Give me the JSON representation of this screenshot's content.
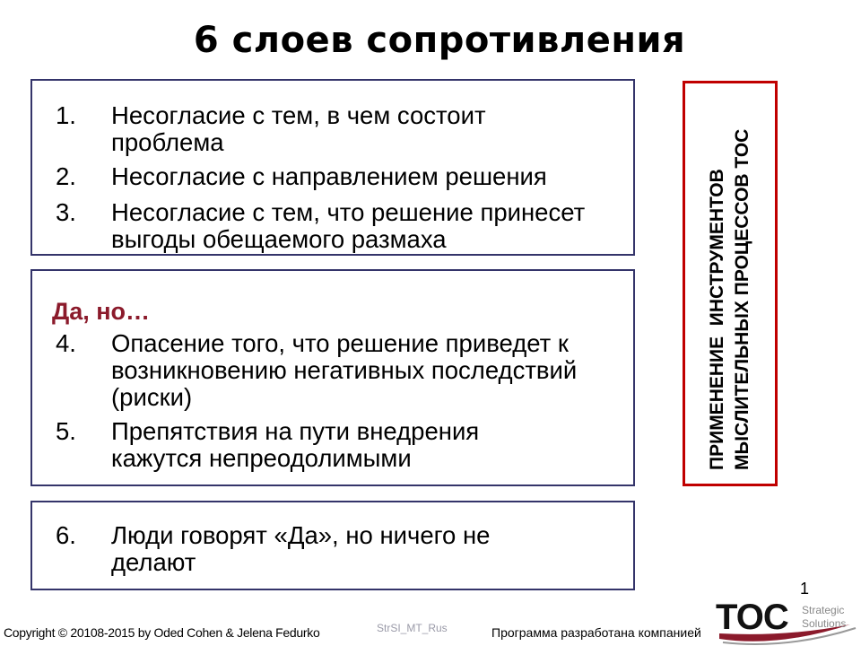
{
  "title": "6 слоев сопротивления",
  "box1": [
    {
      "num": "1.",
      "text": "Несогласие с тем, в чем состоит проблема"
    },
    {
      "num": "2.",
      "text": "Несогласие с направлением решения"
    },
    {
      "num": "3.",
      "text": "Несогласие с тем, что решение принесет выгоды обещаемого размаха"
    }
  ],
  "box2": {
    "heading": "Да, но…",
    "items": [
      {
        "num": "4.",
        "text": "Опасение того, что решение приведет к возникновению негативных последствий (риски)"
      },
      {
        "num": "5.",
        "text": "Препятствия на пути внедрения кажутся непреодолимыми"
      }
    ]
  },
  "box3": [
    {
      "num": "6.",
      "text": "Люди говорят «Да», но ничего не делают"
    }
  ],
  "side": {
    "line1": "ПРИМЕНЕНИЕ  ИНСТРУМЕНТОВ",
    "line2": "МЫСЛИТЕЛЬНЫХ ПРОЦЕССОВ TOC"
  },
  "footer": {
    "copyright": "Copyright © 20108-2015 by Oded Cohen & Jelena Fedurko",
    "code": "StrSI_MT_Rus",
    "program": "Программа разработана компанией",
    "page": "1"
  },
  "logo": {
    "main": "TOC",
    "sub1": "Strategic",
    "sub2": "Solutions"
  },
  "colors": {
    "border": "#34346a",
    "accent": "#8b1a2b",
    "red": "#c00000"
  }
}
